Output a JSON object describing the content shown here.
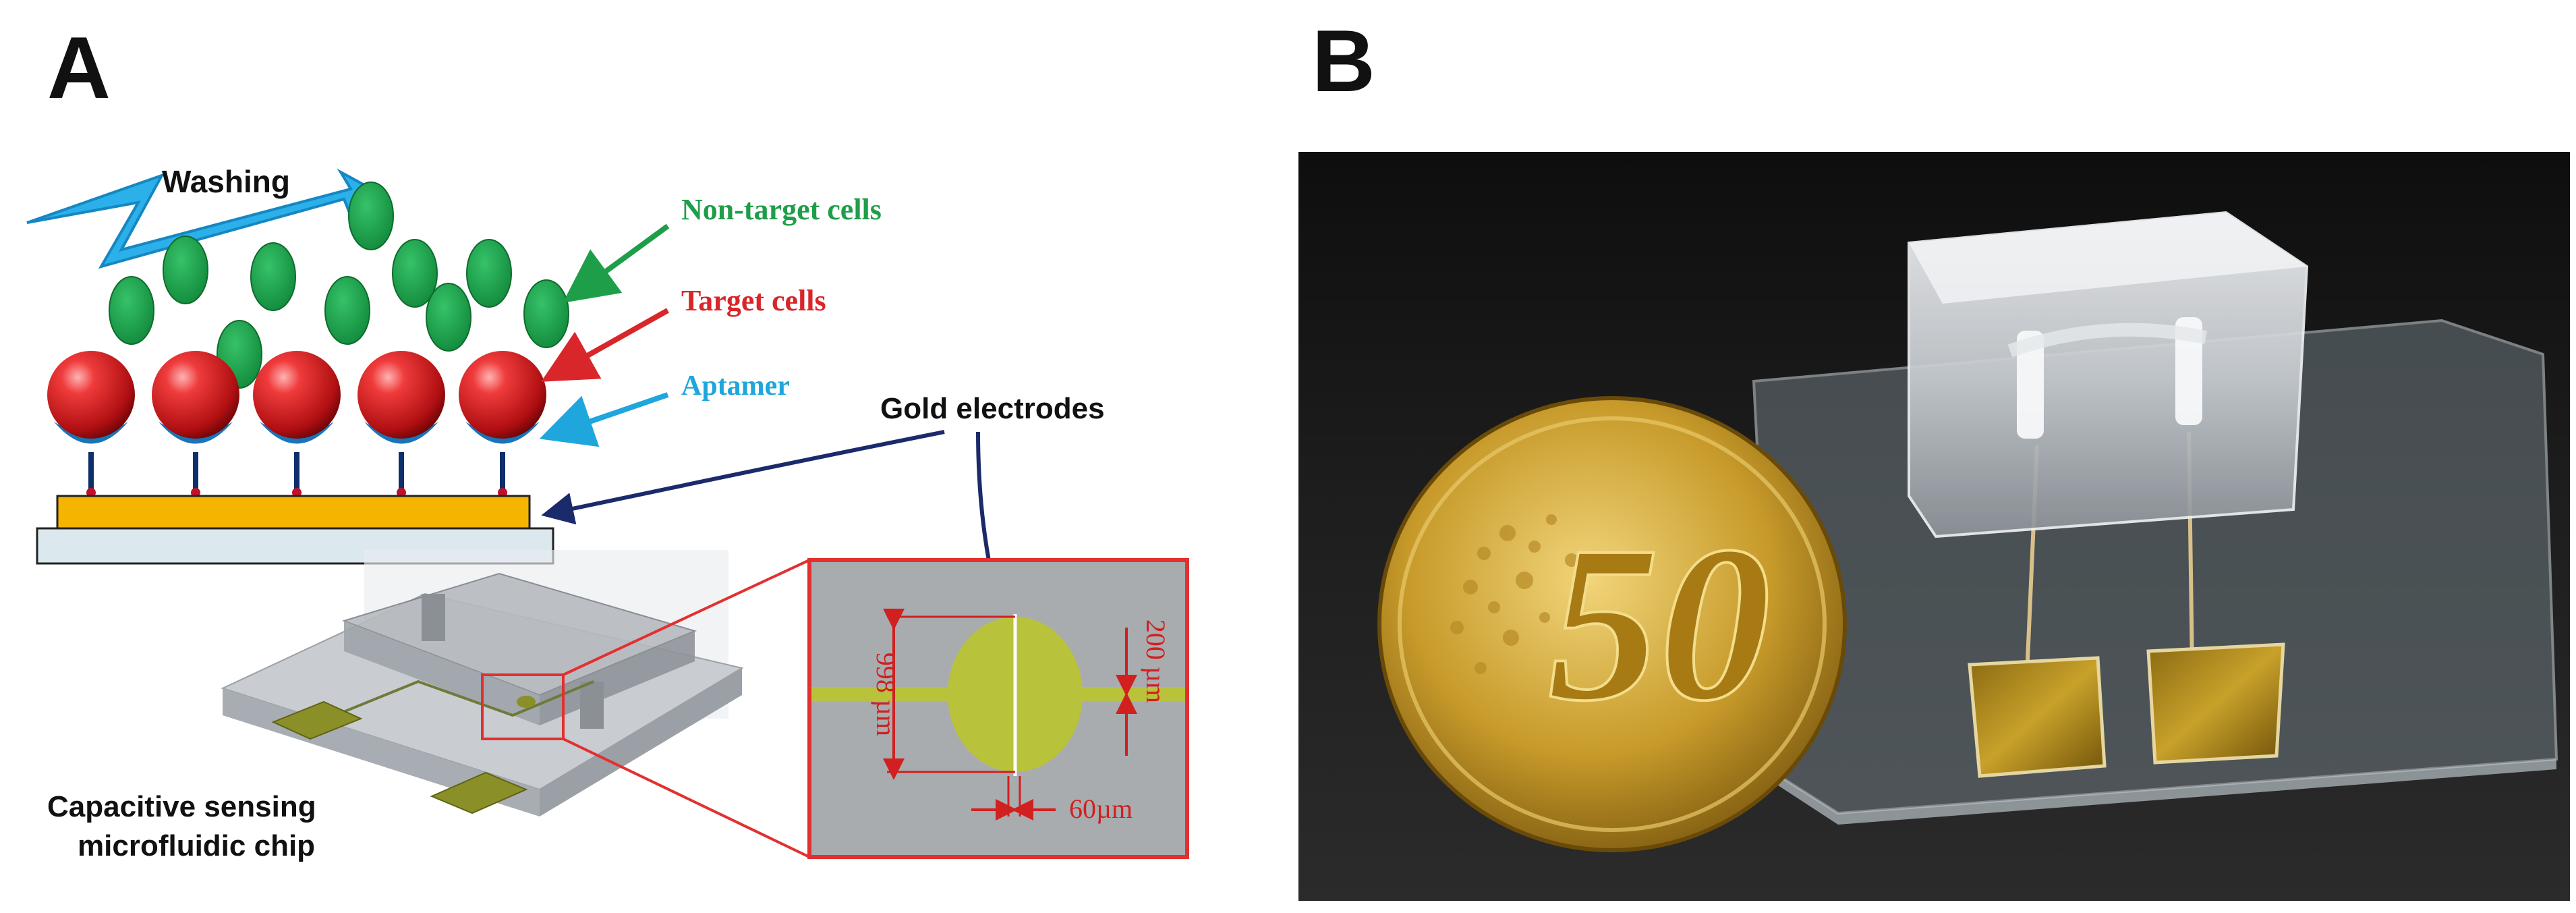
{
  "panels": {
    "a": {
      "label": "A",
      "labels": {
        "washing": "Washing",
        "non_target": "Non-target cells",
        "target": "Target cells",
        "aptamer": "Aptamer",
        "gold": "Gold electrodes",
        "chip_line1": "Capacitive sensing",
        "chip_line2": "microfluidic chip"
      },
      "dimensions": {
        "d998": "998 µm",
        "d200": "200 µm",
        "d60": "60µm"
      },
      "colors": {
        "non_target": "#1f9e4a",
        "target": "#d8262a",
        "aptamer": "#1fa6dc",
        "gold_layer": "#f5b400",
        "electrode": "#b8c23a",
        "inset_frame": "#e23030",
        "arrow_dark": "#1b2a6b"
      }
    },
    "b": {
      "label": "B",
      "coin_value": "50"
    }
  }
}
